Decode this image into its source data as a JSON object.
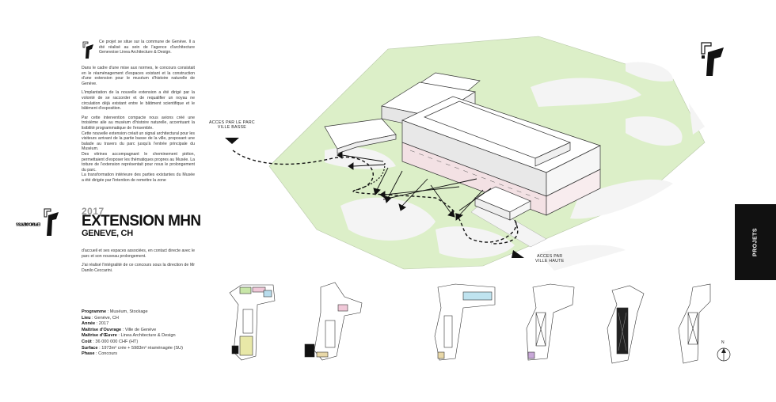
{
  "intro": {
    "text": "Ce projet se situe sur la commune de Genève. Il a été réalisé au sein de l'agence d'architecture Genevoise Linea Architecture & Design."
  },
  "body": {
    "paragraphs": [
      "Dans le cadre d'une mise aux normes, le concours consistait en le réaménagement d'espaces existant et la construction d'une extension pour le muséum d'histoire naturelle de Genève.",
      "L'implantation de la nouvelle extension a été dirigé par la volonté de se raccorder et de requalifier un noyau ne circulation déjà existant entre le bâtiment scientifique et le bâtiment d'exposition.",
      "Par cette intervention compacte nous avions créé une troisième aile au muséum d'histoire naturelle, accentuant la lisibilité programmatique de l'ensemble.",
      "Cette nouvelle extension créait un signal architectural pour les visiteurs arrivant de la partie basse de la ville, proposant une balade au travers du parc jusqu'à l'entrée principale du Muséum.",
      "Des vitrines accompagnant le cheminement piéton, permettaient d'exposer les thématiques propres au Musée. La toiture de l'extension représentait pour nous le prolongement du parc.",
      "La transformation intérieure des parties existantes du Musée a été dirigée par l'intention de remettre la zone"
    ],
    "tail": [
      "d'accueil et ses espaces associées, en contact directe avec le parc et son nouveau prolongement.",
      "J'ai réalisé l'intégralité de ce concours sous la direction de Mr Danilo Ceccarini."
    ]
  },
  "project": {
    "year": "2017",
    "title": "EXTENSION MHN",
    "subtitle": "GENEVE, CH"
  },
  "specs": [
    {
      "label": "Programme",
      "value": "Muséum, Stockage"
    },
    {
      "label": "Lieu",
      "value": "Genève, CH"
    },
    {
      "label": "Année",
      "value": "2017"
    },
    {
      "label": "Maîtrise d'Ouvrage",
      "value": "Ville de Genève"
    },
    {
      "label": "Maîtrise d'Œuvre",
      "value": "Linea Architecture & Design"
    },
    {
      "label": "Coût",
      "value": "36 000 000 CHF (HT)"
    },
    {
      "label": "Surface",
      "value": "1973m² crée + 5983m² réaménagée (SU)"
    },
    {
      "label": "Phase",
      "value": "Concours"
    }
  ],
  "diagram": {
    "acces_parc_line1": "ACCES PAR LE PARC",
    "acces_parc_line2": "VILLE BASSE",
    "acces_haute_line1": "ACCES PAR",
    "acces_haute_line2": "VILLE HAUTE"
  },
  "side_tab": {
    "label": "PROJETS"
  },
  "vertical_label": {
    "line1": "PROJETS",
    "line2": "ETUDIANTS"
  },
  "north_label": "N",
  "colors": {
    "park": "#dcefc8",
    "path": "#f4f4f4",
    "building_pink": "#f3e1e4",
    "dark": "#111111"
  }
}
